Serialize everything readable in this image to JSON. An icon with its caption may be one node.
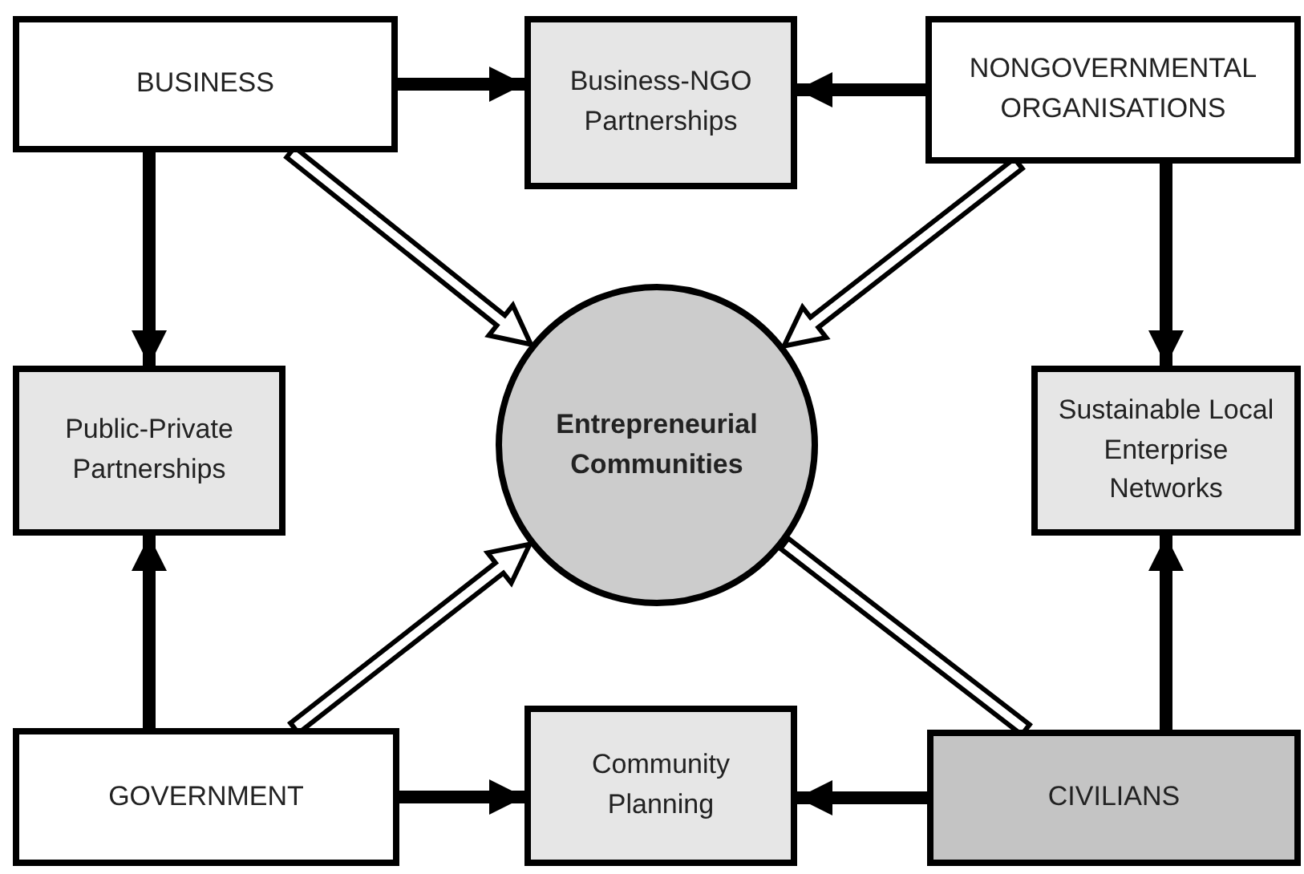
{
  "diagram": {
    "nodes": [
      {
        "text": [
          "BUSINESS"
        ]
      },
      {
        "text": [
          "Business-NGO Partnerships"
        ]
      },
      {
        "text": [
          "NONGOVERNMENTAL ORGANISATIONS"
        ]
      },
      {
        "text": [
          "Public-Private Partnerships"
        ]
      },
      {
        "text": [
          "Entrepreneurial Communities"
        ]
      },
      {
        "text": [
          "Sustainable Local Enterprise Networks"
        ]
      },
      {
        "text": [
          "GOVERNMENT"
        ]
      },
      {
        "text": [
          "Community Planning"
        ]
      },
      {
        "text": [
          "CIVILIANS"
        ]
      }
    ],
    "edges": [
      {
        "from": 0,
        "to": 1,
        "arrow": "to"
      },
      {
        "from": 2,
        "to": 1,
        "arrow": "to"
      },
      {
        "from": 0,
        "to": 3,
        "arrow": "to"
      },
      {
        "from": 2,
        "to": 5,
        "arrow": "to"
      },
      {
        "from": 0,
        "to": 4,
        "arrow": "to",
        "style": "thick"
      },
      {
        "from": 2,
        "to": 4,
        "arrow": "to",
        "style": "thick"
      },
      {
        "from": 6,
        "to": 3,
        "arrow": "to"
      },
      {
        "from": 6,
        "to": 4,
        "arrow": "to",
        "style": "thick"
      },
      {
        "from": 8,
        "to": 4,
        "arrow": "none",
        "style": "thick"
      },
      {
        "from": 8,
        "to": 5,
        "arrow": "to"
      },
      {
        "from": 6,
        "to": 7,
        "arrow": "to"
      },
      {
        "from": 8,
        "to": 7,
        "arrow": "to"
      }
    ]
  }
}
